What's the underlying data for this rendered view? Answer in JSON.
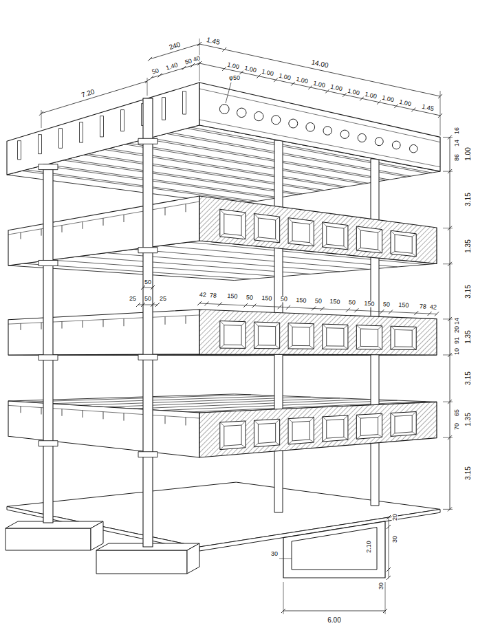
{
  "diagram": {
    "labels": [
      "240",
      "1.45",
      "14.00",
      "50",
      "1.40",
      "50",
      "40",
      "φ50",
      "1.00",
      "1.00",
      "1.00",
      "1.00",
      "1.00",
      "1.00",
      "1.00",
      "1.00",
      "1.00",
      "1.00",
      "1.00",
      "1.45",
      "16",
      "7.20",
      "14",
      "86",
      "1.00",
      "3.15",
      "1.35",
      "50",
      "25",
      "50",
      "25",
      "3.15",
      "42",
      "78",
      "150",
      "50",
      "150",
      "50",
      "150",
      "50",
      "150",
      "50",
      "150",
      "50",
      "150",
      "78",
      "42",
      "14",
      "20",
      "91",
      "10",
      "1.35",
      "3.15",
      "65",
      "70",
      "1.35",
      "3.15",
      "20",
      "30",
      "2.10",
      "30",
      "30",
      "6.00"
    ]
  }
}
